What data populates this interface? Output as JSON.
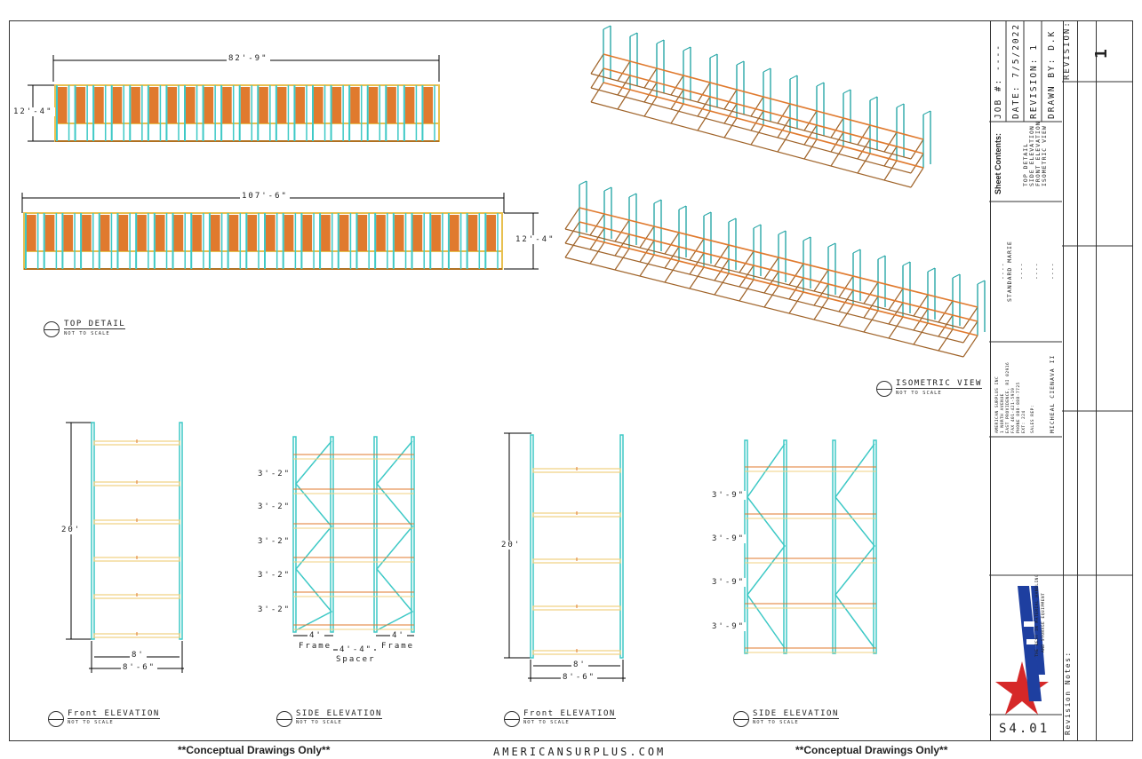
{
  "views": {
    "top_detail": {
      "title": "TOP DETAIL",
      "scale": "NOT TO SCALE",
      "dim_top_1": "82'-9\"",
      "dim_side_1": "12'-4\"",
      "dim_top_2": "107'-6\"",
      "dim_side_2": "12'-4\""
    },
    "isometric": {
      "title": "ISOMETRIC VIEW",
      "scale": "NOT TO SCALE"
    },
    "front_1": {
      "title": "Front ELEVATION",
      "scale": "NOT TO SCALE",
      "height": "20'",
      "width_inner": "8'",
      "width_outer": "8'-6\""
    },
    "side_1": {
      "title": "SIDE ELEVATION",
      "scale": "NOT TO SCALE",
      "spacing": [
        "3'-2\"",
        "3'-2\"",
        "3'-2\"",
        "3'-2\"",
        "3'-2\""
      ],
      "frame_left": "4'",
      "frame_left_label": "Frame",
      "spacer": "4'-4\"",
      "spacer_label": "Spacer",
      "frame_right": "4'",
      "frame_right_label": "Frame"
    },
    "front_2": {
      "title": "Front ELEVATION",
      "scale": "NOT TO SCALE",
      "height": "20'",
      "width_inner": "8'",
      "width_outer": "8'-6\""
    },
    "side_2": {
      "title": "SIDE ELEVATION",
      "scale": "NOT TO SCALE",
      "spacing": [
        "3'-9\"",
        "3'-9\"",
        "3'-9\"",
        "3'-9\""
      ]
    }
  },
  "title_block": {
    "job": "JOB #: ----",
    "date": "DATE: 7/5/2022",
    "revision": "REVISION: 1",
    "drawn_by": "DRAWN BY: D.K",
    "revision_header": "REVISION:",
    "revision_number": "1",
    "sheet_contents_label": "Sheet Contents:",
    "sheet_contents": [
      "TOP DETAIL",
      "SIDE ELEVATION",
      "FRONT ELEVATION",
      "ISOMETRIC VIEW"
    ],
    "customer": [
      "----",
      "STANDARD MARIE",
      "----",
      "----",
      "----"
    ],
    "company": [
      "AMERICAN SURPLUS INC",
      "1 NORTH AVENUE",
      "EAST PROVIDENCE, RI 02916",
      "FAX 401-421-5919",
      "PHONE 888-888-7725",
      "EXT: 224",
      "SALES REP:",
      "MICHEAL CIENAVA II"
    ],
    "logo_tagline": [
      "THE BEST IN MATERIAL HANDLING",
      "AND STORAGE EQUIPMENT"
    ],
    "revision_notes": "Revision Notes:",
    "sheet_number": "S4.01"
  },
  "footer": {
    "left": "**Conceptual Drawings Only**",
    "center": "AMERICANSURPLUS.COM",
    "right": "**Conceptual Drawings Only**"
  },
  "colors": {
    "upright": "#3ec9c6",
    "beam": "#e07a2e",
    "beam_light": "#f0d080",
    "frame": "#2aa8a8",
    "iso_beam": "#a0642a"
  }
}
